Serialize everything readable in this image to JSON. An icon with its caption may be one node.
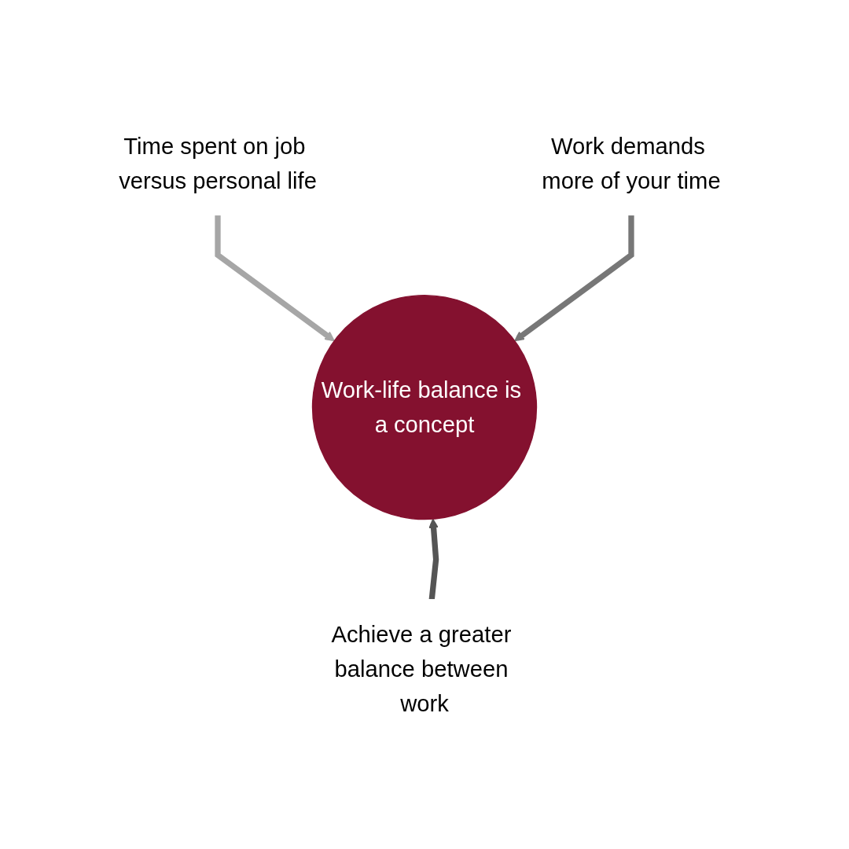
{
  "diagram": {
    "nodes": [
      {
        "text": [
          "Time spent on job versus personal life"
        ]
      },
      {
        "text": [
          "Work demands more of your time"
        ]
      },
      {
        "text": [
          "Work-life balance is a concept"
        ]
      },
      {
        "text": [
          "Achieve a greater balance between work"
        ]
      }
    ],
    "edges": [
      {
        "from": 0,
        "to": 2,
        "arrow": "to",
        "color": "#a6a6a6"
      },
      {
        "from": 1,
        "to": 2,
        "arrow": "to",
        "color": "#777777"
      },
      {
        "from": 3,
        "to": 2,
        "arrow": "to",
        "color": "#555555"
      }
    ]
  }
}
